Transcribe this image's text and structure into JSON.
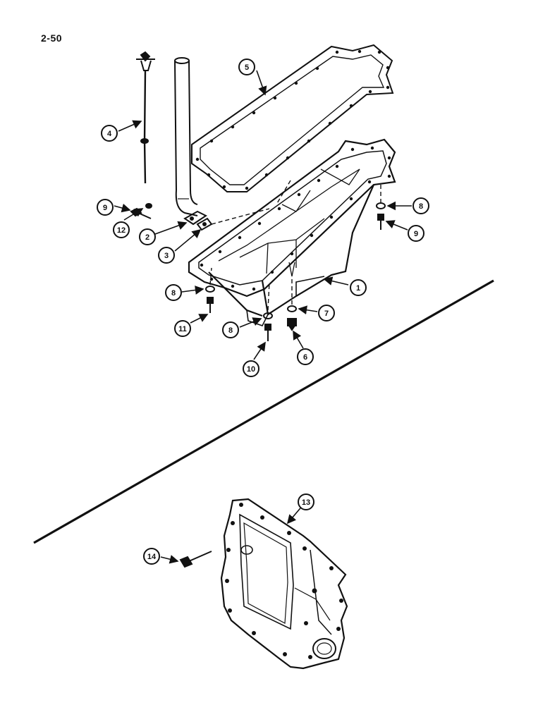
{
  "page": {
    "number": "2-50"
  },
  "callouts": [
    {
      "id": "c1",
      "label": "1"
    },
    {
      "id": "c2",
      "label": "2"
    },
    {
      "id": "c3",
      "label": "3"
    },
    {
      "id": "c4",
      "label": "4"
    },
    {
      "id": "c5",
      "label": "5"
    },
    {
      "id": "c6",
      "label": "6"
    },
    {
      "id": "c7",
      "label": "7"
    },
    {
      "id": "c8a",
      "label": "8"
    },
    {
      "id": "c8b",
      "label": "8"
    },
    {
      "id": "c8c",
      "label": "8"
    },
    {
      "id": "c9a",
      "label": "9"
    },
    {
      "id": "c9b",
      "label": "9"
    },
    {
      "id": "c10",
      "label": "10"
    },
    {
      "id": "c11",
      "label": "11"
    },
    {
      "id": "c12",
      "label": "12"
    },
    {
      "id": "c13",
      "label": "13"
    },
    {
      "id": "c14",
      "label": "14"
    }
  ],
  "colors": {
    "ink": "#111111",
    "paper": "#ffffff"
  }
}
